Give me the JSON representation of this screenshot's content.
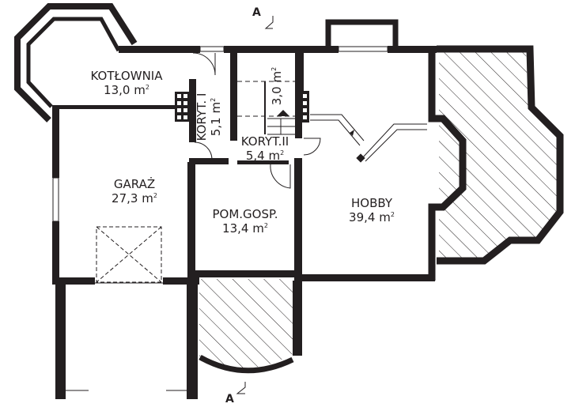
{
  "rooms": [
    {
      "id": "kotlownia",
      "name": "KOTŁOWNIA",
      "area": "13,0",
      "unit": "m",
      "exp": "2"
    },
    {
      "id": "koryt1",
      "name": "KORYT. I",
      "area": "5,1",
      "unit": "m",
      "exp": "2"
    },
    {
      "id": "stairs",
      "name": "",
      "area": "3,0",
      "unit": "m",
      "exp": "2"
    },
    {
      "id": "koryt2",
      "name": "KORYT.II",
      "area": "5,4",
      "unit": "m",
      "exp": "2"
    },
    {
      "id": "garaz",
      "name": "GARAŻ",
      "area": "27,3",
      "unit": "m",
      "exp": "2"
    },
    {
      "id": "pomgosp",
      "name": "POM.GOSP.",
      "area": "13,4",
      "unit": "m",
      "exp": "2"
    },
    {
      "id": "hobby",
      "name": "HOBBY",
      "area": "39,4",
      "unit": "m",
      "exp": "2"
    }
  ],
  "section_markers": {
    "top": "A",
    "bottom": "A"
  },
  "colors": {
    "wall": "#231f20",
    "background": "#ffffff",
    "hatch": "#231f20"
  }
}
